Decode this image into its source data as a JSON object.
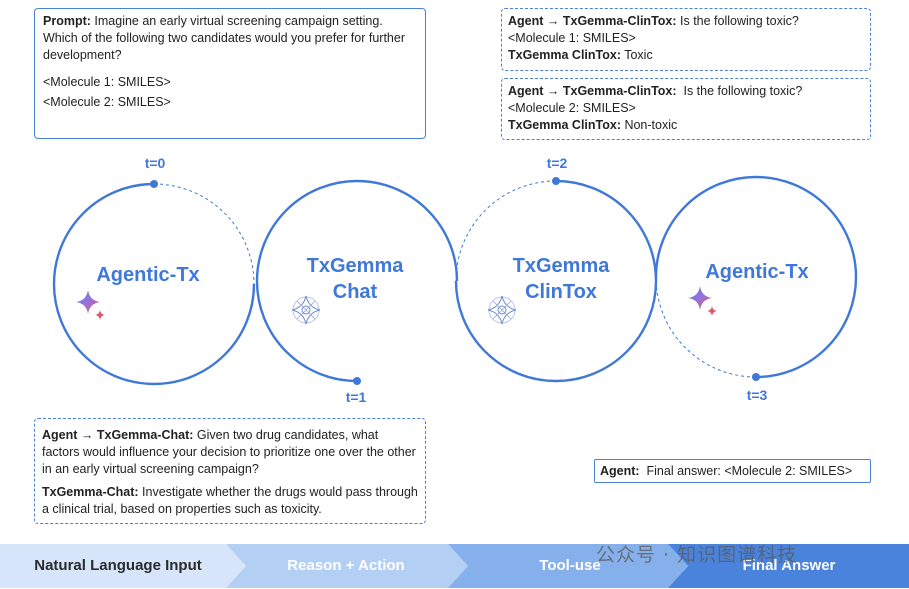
{
  "prompt_box": {
    "label": "Prompt:",
    "text": "Imagine an early virtual screening campaign setting. Which of the following two candidates would you prefer for further development?",
    "molecule1": "<Molecule 1: SMILES>",
    "molecule2": "<Molecule 2: SMILES>"
  },
  "clintox_box_1": {
    "query_label": "Agent → TxGemma-ClinTox:",
    "query_text": " Is the following toxic?",
    "molecule": "<Molecule 1: SMILES>",
    "answer_label": "TxGemma ClinTox:",
    "answer_text": " Toxic"
  },
  "clintox_box_2": {
    "query_label": "Agent → TxGemma-ClinTox:",
    "query_text": "  Is the following toxic?",
    "molecule": "<Molecule 2: SMILES>",
    "answer_label": "TxGemma ClinTox:",
    "answer_text": " Non-toxic"
  },
  "chat_box": {
    "query_label": "Agent → TxGemma-Chat:",
    "query_text": " Given two drug candidates, what factors would influence your decision to prioritize one over the other in an early virtual screening campaign?",
    "answer_label": "TxGemma-Chat:",
    "answer_text": " Investigate whether the drugs would pass through a clinical trial, based on properties such as toxicity."
  },
  "final_box": {
    "label": "Agent:",
    "text": "  Final answer: <Molecule 2: SMILES>"
  },
  "nodes": [
    {
      "line1": "Agentic-Tx",
      "line2": "",
      "time": "t=0",
      "icon": "sparkle-icon"
    },
    {
      "line1": "TxGemma",
      "line2": "Chat",
      "time": "t=1",
      "icon": "txgemma-star-icon"
    },
    {
      "line1": "TxGemma",
      "line2": "ClinTox",
      "time": "t=2",
      "icon": "txgemma-star-icon"
    },
    {
      "line1": "Agentic-Tx",
      "line2": "",
      "time": "t=3",
      "icon": "sparkle-icon"
    }
  ],
  "flow_steps": [
    "Natural Language Input",
    "Reason + Action",
    "Tool-use",
    "Final Answer"
  ],
  "watermark": "公众号 · 知识图谱科技",
  "colors": {
    "accent": "#3f78d8",
    "flow_1": "#d6e5fa",
    "flow_2": "#b3cff3",
    "flow_3": "#86b0ec",
    "flow_4": "#4a83dc"
  }
}
